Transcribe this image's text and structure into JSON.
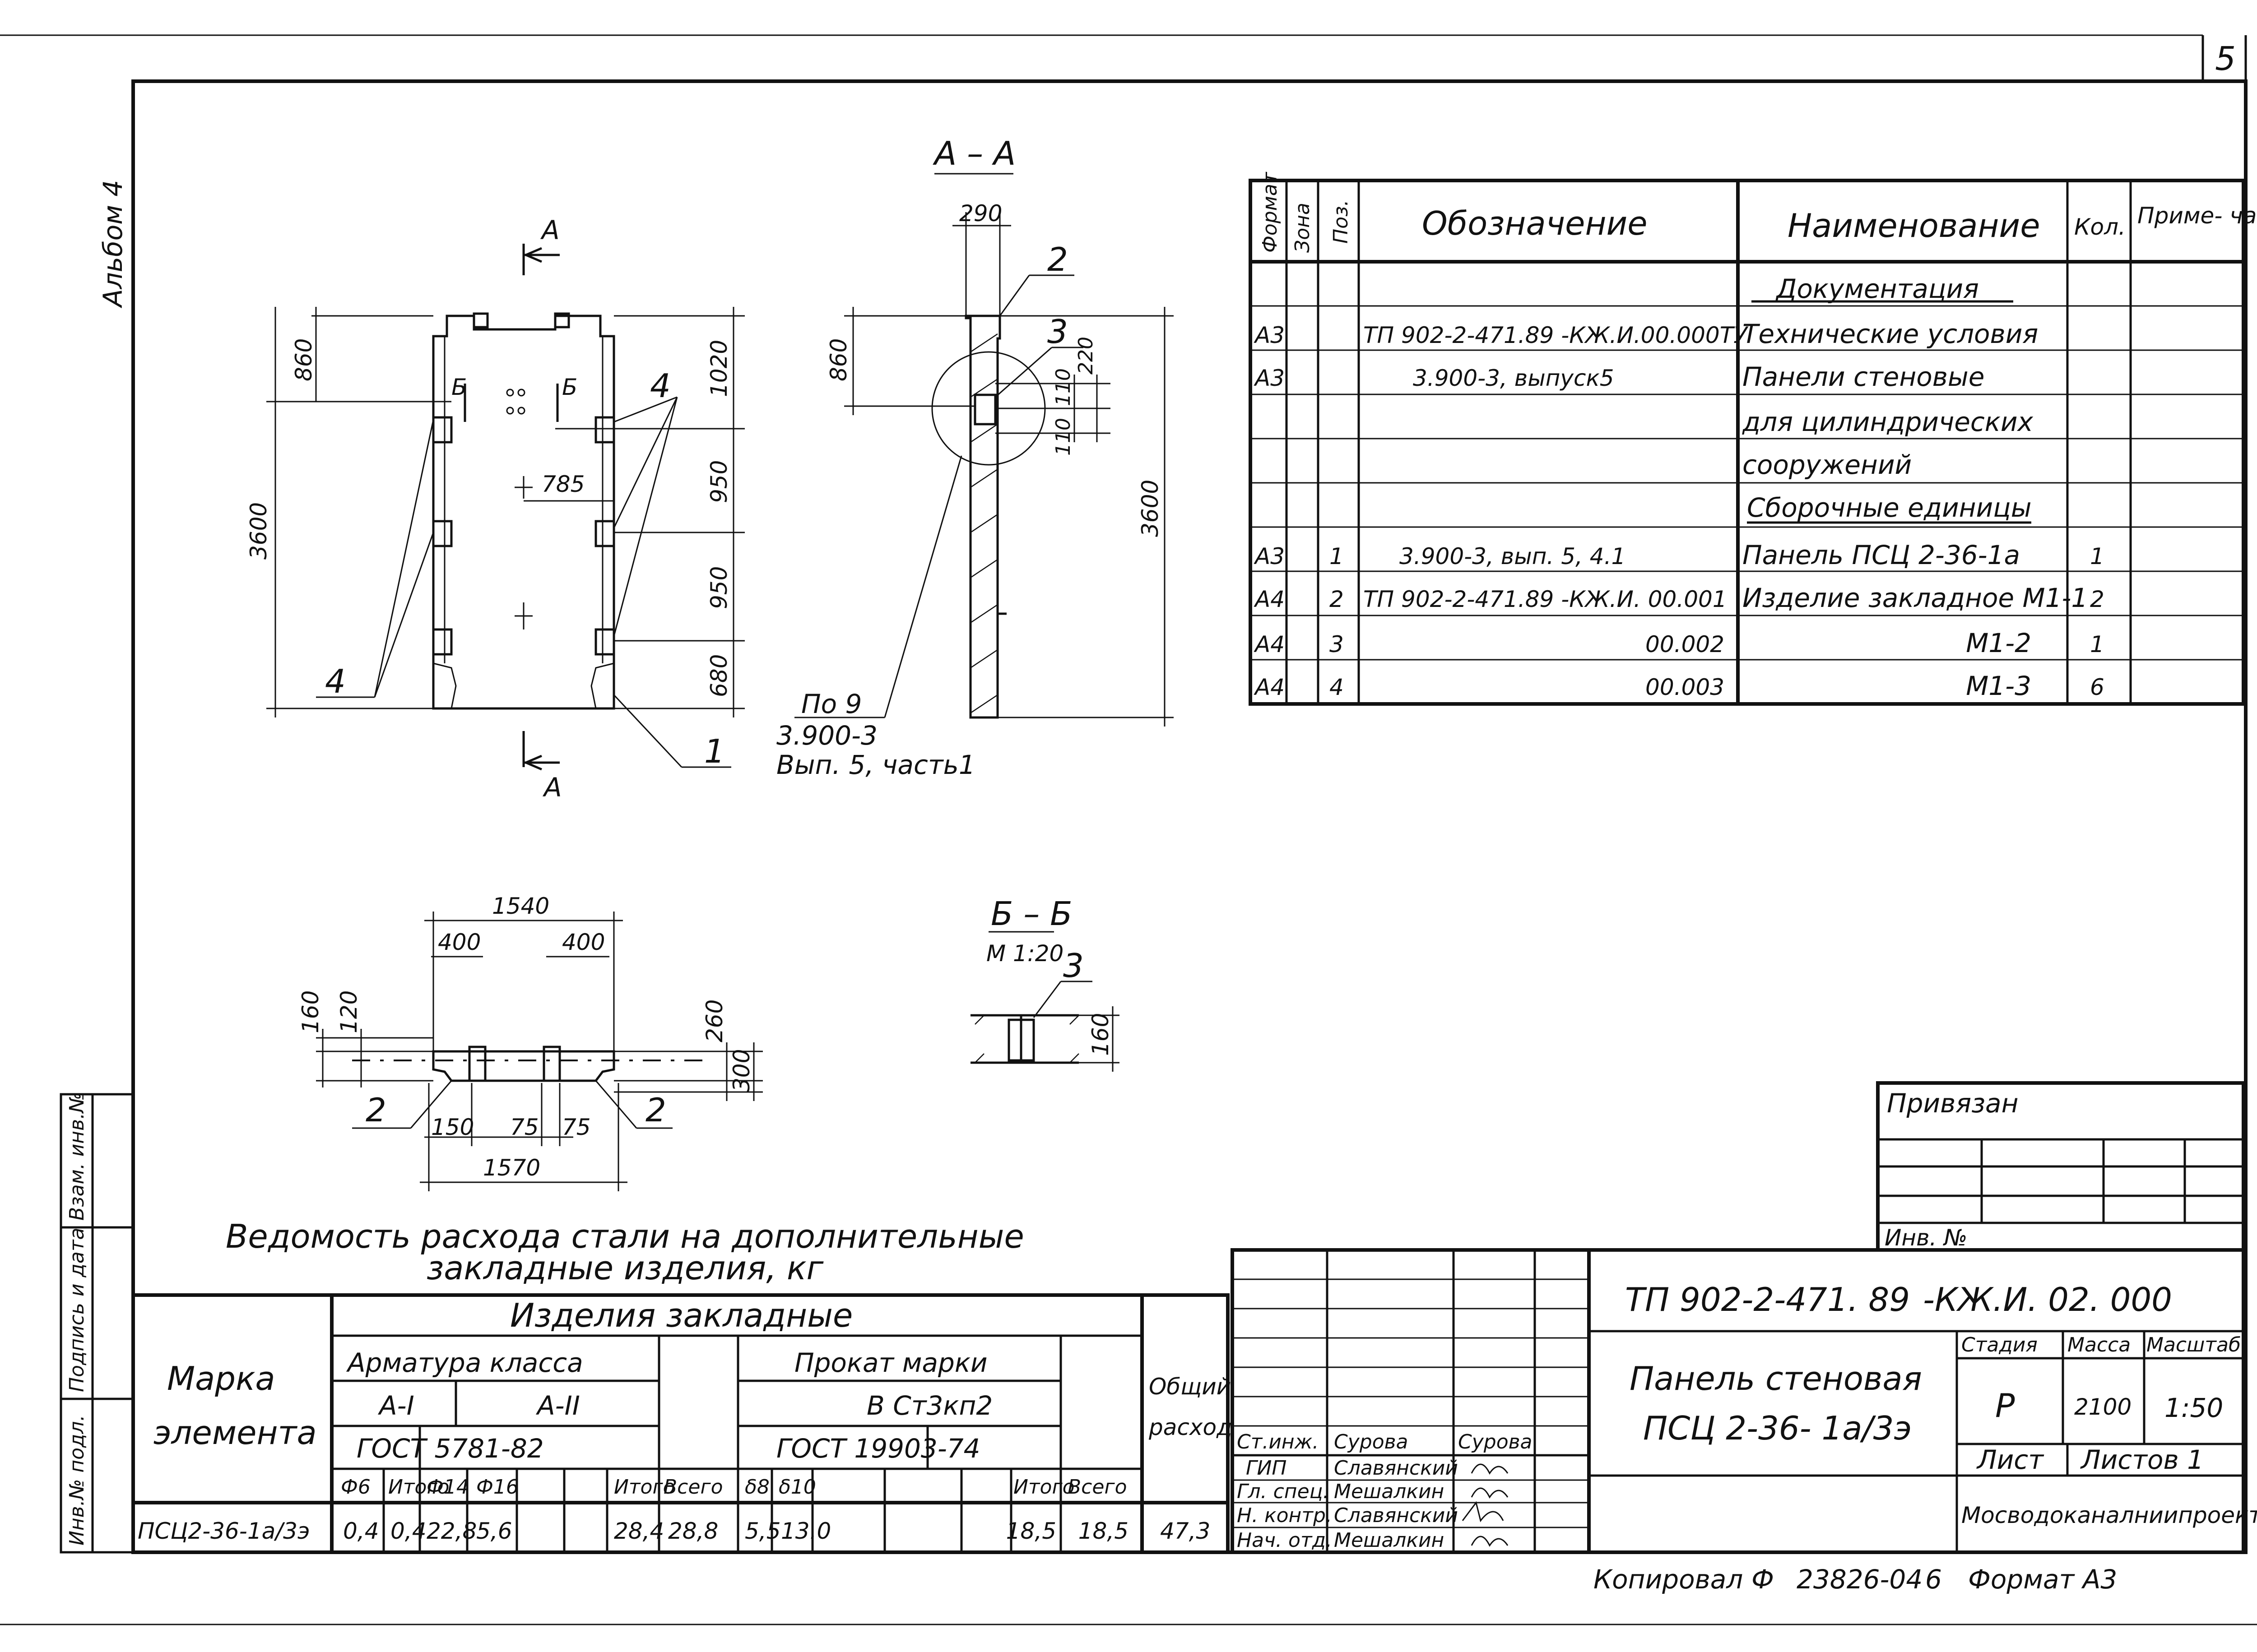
{
  "sheet": {
    "sheet_number": "5",
    "album": "Альбом 4",
    "copied": "Копировал",
    "order": "23826-04",
    "order_sheet": "6",
    "format": "Формат А3"
  },
  "views": {
    "main": {
      "cut_label": "А",
      "b_label": "Б",
      "dims": [
        "860",
        "3600",
        "1020",
        "950",
        "950",
        "680",
        "785"
      ],
      "positions": [
        "4",
        "4",
        "1"
      ]
    },
    "section_aa": {
      "title": "А – А",
      "dims": [
        "290",
        "860",
        "3600",
        "110",
        "110",
        "220"
      ],
      "positions": [
        "2",
        "3"
      ],
      "ref_mark": "По 9",
      "ref_doc_1": "3.900-3",
      "ref_doc_2": "Вып. 5, часть1"
    },
    "plan": {
      "dims": [
        "1540",
        "400",
        "400",
        "160",
        "120",
        "260",
        "300",
        "150",
        "75",
        "75",
        "1570"
      ],
      "positions": [
        "2",
        "2"
      ]
    },
    "section_bb": {
      "title": "Б – Б",
      "scale": "М 1:20",
      "position": "3",
      "dim": "160"
    }
  },
  "spec": {
    "headers": {
      "format": "Формат",
      "zone": "Зона",
      "pos": "Поз.",
      "designation": "Обозначение",
      "name": "Наименование",
      "qty": "Кол.",
      "note": "Приме- чание"
    },
    "rows": [
      {
        "format": "",
        "pos": "",
        "designation": "",
        "name": "Документация",
        "qty": "",
        "underline": true
      },
      {
        "format": "А3",
        "pos": "",
        "designation": "ТП 902-2-471.89 -КЖ.И.00.000ТУ",
        "name": "Технические условия",
        "qty": ""
      },
      {
        "format": "А3",
        "pos": "",
        "designation": "3.900-3, выпуск5",
        "name": "Панели стеновые",
        "qty": ""
      },
      {
        "format": "",
        "pos": "",
        "designation": "",
        "name": "для цилиндрических",
        "qty": ""
      },
      {
        "format": "",
        "pos": "",
        "designation": "",
        "name": "сооружений",
        "qty": ""
      },
      {
        "format": "",
        "pos": "",
        "designation": "",
        "name": "Сборочные единицы",
        "qty": "",
        "underline": true
      },
      {
        "format": "А3",
        "pos": "1",
        "designation": "3.900-3, вып. 5, 4.1",
        "name": "Панель ПСЦ 2-36-1а",
        "qty": "1"
      },
      {
        "format": "А4",
        "pos": "2",
        "designation": "ТП 902-2-471.89 -КЖ.И. 00.001",
        "name": "Изделие закладное М1-1",
        "qty": "2"
      },
      {
        "format": "А4",
        "pos": "3",
        "designation": "00.002",
        "name": "М1-2",
        "qty": "1"
      },
      {
        "format": "А4",
        "pos": "4",
        "designation": "00.003",
        "name": "М1-3",
        "qty": "6"
      }
    ]
  },
  "steel": {
    "title_1": "Ведомость расхода стали на дополнительные",
    "title_2": "закладные изделия, кг",
    "mark_header_1": "Марка",
    "mark_header_2": "элемента",
    "group_header": "Изделия закладные",
    "armature_header": "Арматура класса",
    "rolled_header": "Прокат марки",
    "class_a1": "А-I",
    "class_a2": "А-II",
    "steel_grade": "В Ст3кп2",
    "gost_armature": "ГОСТ 5781-82",
    "gost_rolled": "ГОСТ 19903-74",
    "total_header_1": "Общий",
    "total_header_2": "расход",
    "columns": [
      "Ф6",
      "Итого",
      "Ф14",
      "Ф16",
      "Итого",
      "Всего",
      "δ8",
      "δ10",
      "",
      "",
      "Итого",
      "Всего"
    ],
    "row": {
      "mark": "ПСЦ2-36-1а/3э",
      "values": [
        "0,4",
        "0,4",
        "22,8",
        "5,6",
        "28,4",
        "28,8",
        "5,5",
        "13.0",
        "",
        "",
        "18,5",
        "18,5"
      ],
      "total": "47,3"
    }
  },
  "side_stamp": [
    "Инв.№ подл.",
    "Подпись и дата",
    "Взам. инв.№"
  ],
  "title_block": {
    "bound": "Привязан",
    "inv": "Инв. №",
    "code_1": "ТП 902-2-471. 89",
    "code_2": "-КЖ.И. 02. 000",
    "title_1": "Панель стеновая",
    "title_2": "ПСЦ 2-36- 1а/3э",
    "stage_header": "Стадия",
    "mass_header": "Масса",
    "scale_header": "Масштаб",
    "stage": "Р",
    "mass": "2100",
    "scale": "1:50",
    "sheet_label": "Лист",
    "sheets_label": "Листов 1",
    "org": "Мосводоканалниипроект",
    "people": [
      {
        "role": "Ст.инж.",
        "name": "Сурова",
        "sign": "Сурова"
      },
      {
        "role": "ГИП",
        "name": "Славянский",
        "sign": ""
      },
      {
        "role": "Гл. спец.",
        "name": "Мешалкин",
        "sign": ""
      },
      {
        "role": "Н. контр.",
        "name": "Славянский",
        "sign": ""
      },
      {
        "role": "Нач. отд.",
        "name": "Мешалкин",
        "sign": ""
      }
    ]
  }
}
